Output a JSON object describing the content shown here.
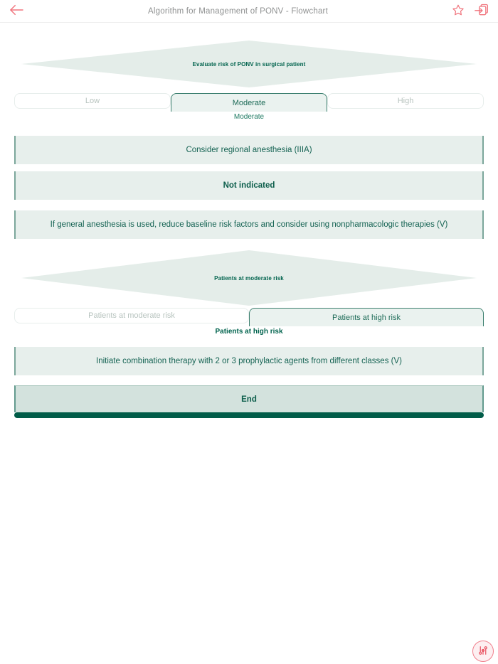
{
  "header": {
    "title": "Algorithm for Management of PONV - Flowchart"
  },
  "flowchart": {
    "decision1": {
      "question": "Evaluate risk of PONV in surgical patient",
      "options": [
        {
          "label": "Low",
          "selected": false
        },
        {
          "label": "Moderate",
          "selected": true
        },
        {
          "label": "High",
          "selected": false
        }
      ],
      "selected_answer": "Moderate"
    },
    "steps_after_decision1": [
      {
        "text": "Consider regional anesthesia (IIIA)",
        "emphasis": false
      },
      {
        "text": "Not indicated",
        "emphasis": true
      },
      {
        "text": "If general anesthesia is used, reduce baseline risk factors and consider using nonpharmacologic therapies (V)",
        "emphasis": false
      }
    ],
    "decision2": {
      "question": "Patients at moderate risk",
      "options": [
        {
          "label": "Patients at moderate risk",
          "selected": false
        },
        {
          "label": "Patients at high risk",
          "selected": true
        }
      ],
      "selected_answer": "Patients at high risk"
    },
    "steps_after_decision2": [
      {
        "text": "Initiate combination therapy with 2 or 3 prophylactic agents from different classes (V)"
      }
    ],
    "end_label": "End"
  },
  "icons": {
    "back": "back-arrow-icon",
    "favorite": "star-icon",
    "export": "export-icon",
    "fab": "sliders-icon"
  },
  "colors": {
    "accent_pink": "#f0737c",
    "green_dark": "#00634d",
    "green_mid": "#3b7f6e",
    "diamond_fill": "#e4ede9",
    "box_fill": "#e7efec",
    "box_border": "#7ba69b",
    "end_fill": "#d3e2dd",
    "end_bar": "#015c48",
    "muted_text": "#b7c3be",
    "title_gray": "#8f9191"
  }
}
